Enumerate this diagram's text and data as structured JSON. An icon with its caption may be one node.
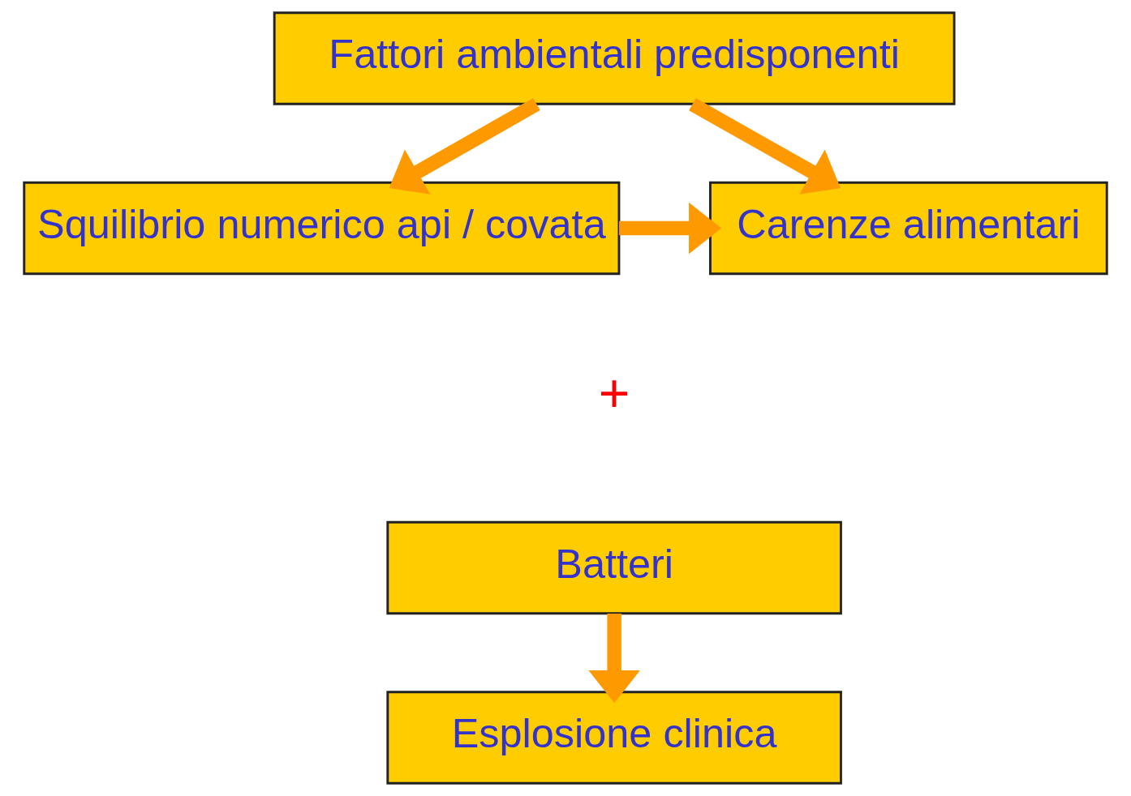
{
  "diagram": {
    "nodes": [
      {
        "text": [
          "Fattori ambientali predisponenti"
        ]
      },
      {
        "text": [
          "Squilibrio numerico api / covata"
        ]
      },
      {
        "text": [
          "Carenze alimentari"
        ]
      },
      {
        "text": [
          "Batteri"
        ]
      },
      {
        "text": [
          "Esplosione clinica"
        ]
      }
    ],
    "edges": [
      {
        "from": 0,
        "to": 1,
        "arrow": "to"
      },
      {
        "from": 0,
        "to": 2,
        "arrow": "to"
      },
      {
        "from": 1,
        "to": 2,
        "arrow": "to"
      },
      {
        "from": 3,
        "to": 4,
        "arrow": "to"
      }
    ],
    "labels": [
      "+"
    ]
  }
}
